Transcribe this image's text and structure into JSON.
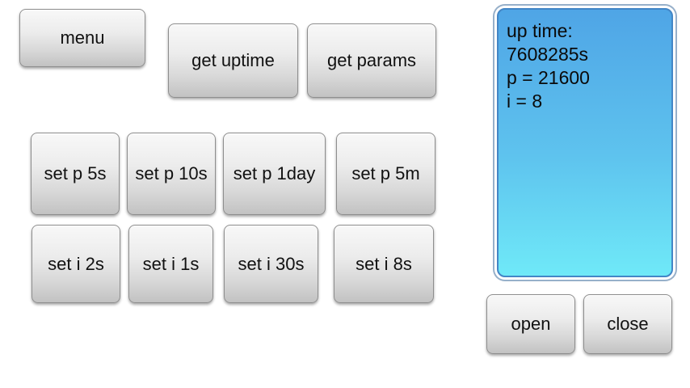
{
  "toolbar": {
    "menu_label": "menu",
    "get_uptime_label": "get uptime",
    "get_params_label": "get params"
  },
  "set_p_buttons": [
    {
      "label": "set p 5s"
    },
    {
      "label": "set p 10s"
    },
    {
      "label": "set p 1day"
    },
    {
      "label": "set p 5m"
    }
  ],
  "set_i_buttons": [
    {
      "label": "set i 2s"
    },
    {
      "label": "set i 1s"
    },
    {
      "label": "set i 30s"
    },
    {
      "label": "set i 8s"
    }
  ],
  "status_panel": {
    "line1": "up time:",
    "line2": "7608285s",
    "line3": "p = 21600",
    "line4": "i = 8",
    "uptime_seconds": "7608285",
    "p_value": "21600",
    "i_value": "8"
  },
  "footer": {
    "open_label": "open",
    "close_label": "close"
  },
  "colors": {
    "background": "#ffffff",
    "button_top": "#f8f8f8",
    "button_bottom": "#c2c2c2",
    "button_border": "#8e8e8e",
    "button_text": "#111111",
    "panel_top": "#4fa5e6",
    "panel_bottom": "#6fe9f8",
    "panel_border": "#4386c6",
    "panel_text": "#0a0a0a"
  }
}
